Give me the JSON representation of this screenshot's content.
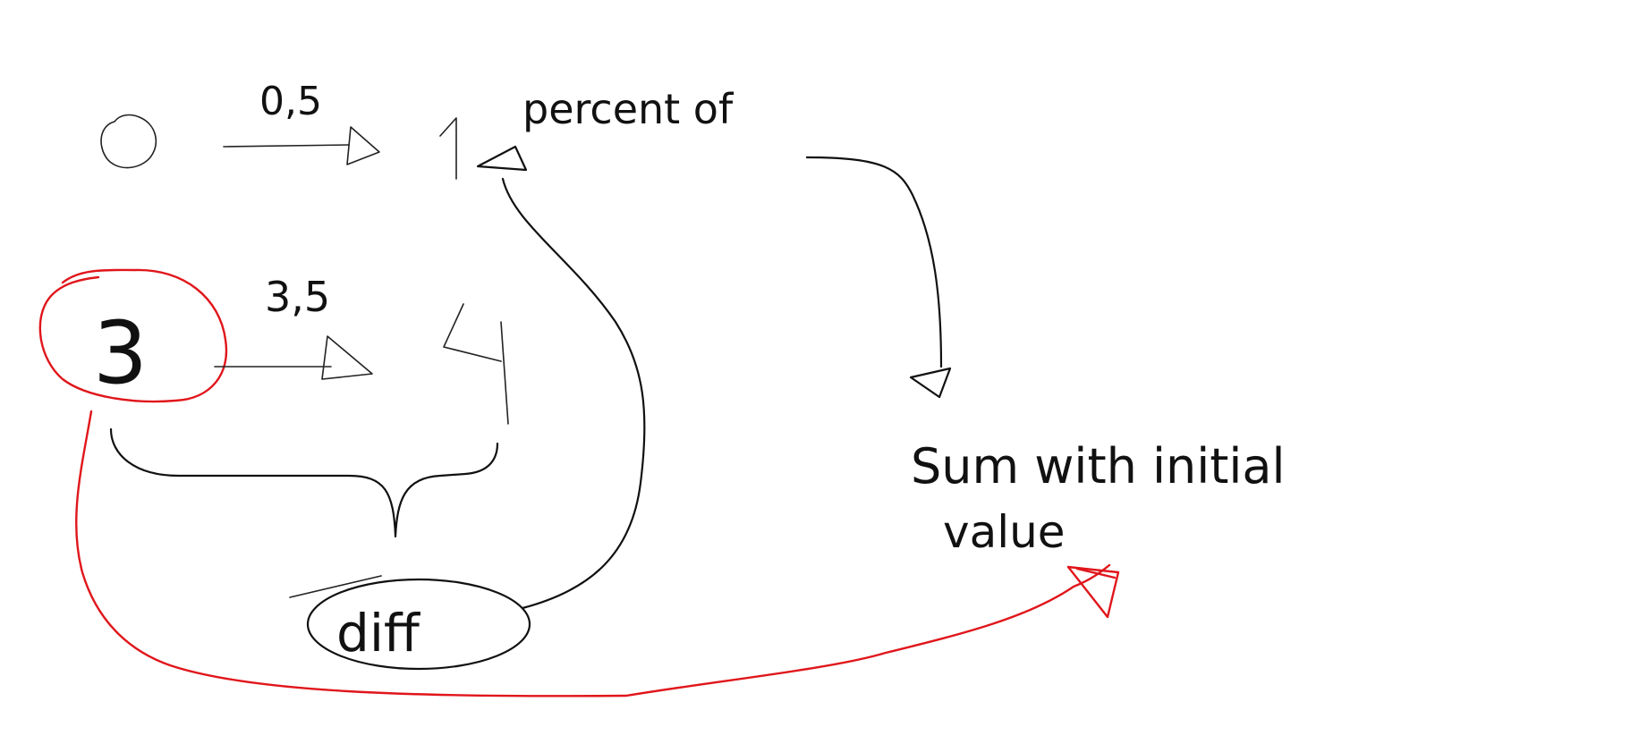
{
  "colors": {
    "background": "#ffffff",
    "ink": "#111111",
    "highlight": "#e0161b"
  },
  "diagram": {
    "row1": {
      "start_value": "0",
      "step_label": "0,5",
      "end_value": "1",
      "relation_label": "percent of"
    },
    "row2": {
      "start_value": "3",
      "step_label": "3,5",
      "end_value": "4"
    },
    "difference_label": "diff",
    "result_label_line1": "Sum with initial",
    "result_label_line2": "value"
  }
}
